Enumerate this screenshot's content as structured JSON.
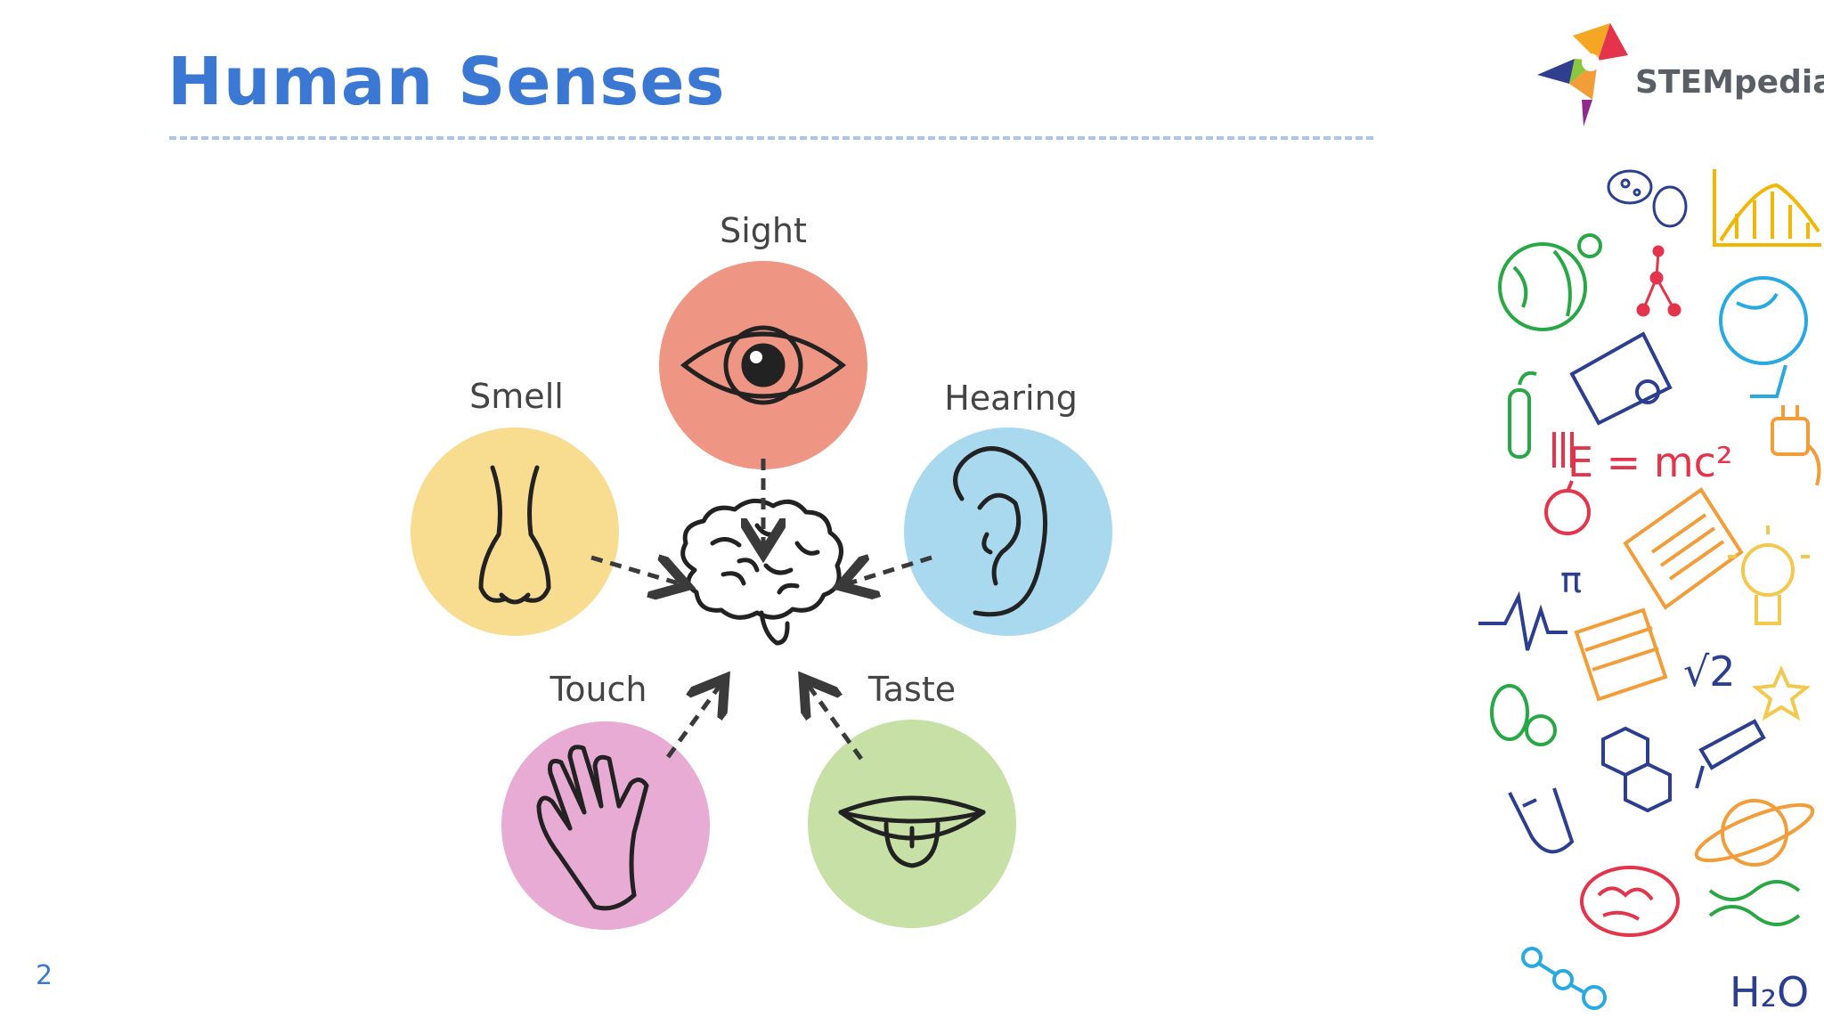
{
  "slide": {
    "title": "Human Senses",
    "page_number": "2"
  },
  "logo": {
    "text": "STEMpedia"
  },
  "diagram": {
    "center": "brain",
    "senses": [
      {
        "label": "Sight",
        "organ": "eye-icon",
        "color": "#ef9583"
      },
      {
        "label": "Hearing",
        "organ": "ear-icon",
        "color": "#a9d9ef"
      },
      {
        "label": "Taste",
        "organ": "mouth-icon",
        "color": "#c6e0a6"
      },
      {
        "label": "Touch",
        "organ": "hand-icon",
        "color": "#e8abd3"
      },
      {
        "label": "Smell",
        "organ": "nose-icon",
        "color": "#f8dc90"
      }
    ]
  },
  "doodles": {
    "formula": "E = mc²",
    "pi": "π",
    "root": "√2",
    "water": "H₂O"
  },
  "colors": {
    "title": "#3a78d4",
    "rule": "#a9c6ee"
  }
}
